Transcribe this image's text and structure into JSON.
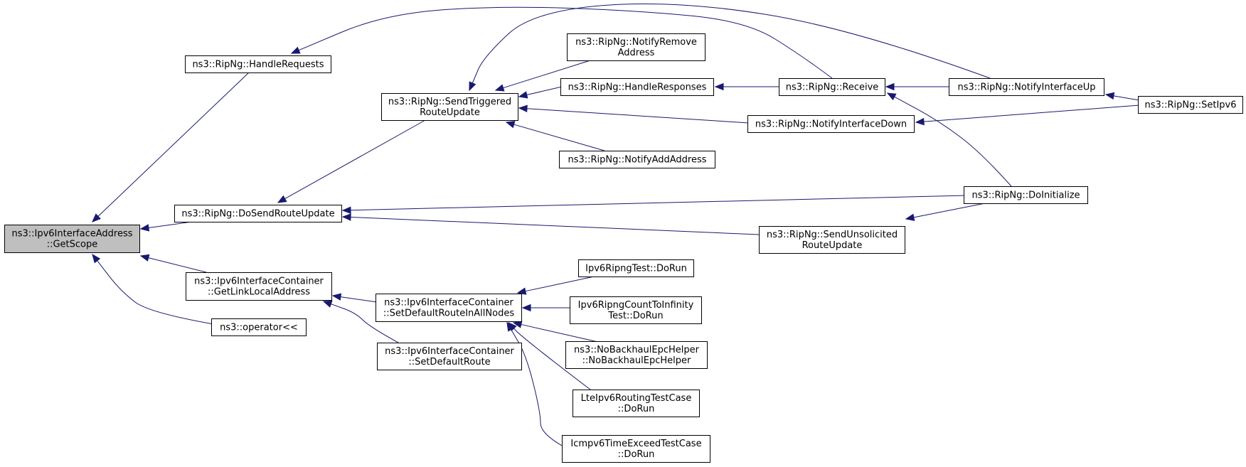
{
  "graph": {
    "nodes": [
      {
        "id": "getscope",
        "lines": [
          "ns3::Ipv6InterfaceAddress",
          "::GetScope"
        ],
        "highlight": true
      },
      {
        "id": "handlerequests",
        "lines": [
          "ns3::RipNg::HandleRequests"
        ]
      },
      {
        "id": "dosendrouteupdate",
        "lines": [
          "ns3::RipNg::DoSendRouteUpdate"
        ]
      },
      {
        "id": "getlinklocal",
        "lines": [
          "ns3::Ipv6InterfaceContainer",
          "::GetLinkLocalAddress"
        ]
      },
      {
        "id": "operator",
        "lines": [
          "ns3::operator<<"
        ]
      },
      {
        "id": "sendtriggered",
        "lines": [
          "ns3::RipNg::SendTriggered",
          "RouteUpdate"
        ]
      },
      {
        "id": "setdefaultall",
        "lines": [
          "ns3::Ipv6InterfaceContainer",
          "::SetDefaultRouteInAllNodes"
        ]
      },
      {
        "id": "setdefault",
        "lines": [
          "ns3::Ipv6InterfaceContainer",
          "::SetDefaultRoute"
        ]
      },
      {
        "id": "notifyremove",
        "lines": [
          "ns3::RipNg::NotifyRemove",
          "Address"
        ]
      },
      {
        "id": "handleresponses",
        "lines": [
          "ns3::RipNg::HandleResponses"
        ]
      },
      {
        "id": "notifyadd",
        "lines": [
          "ns3::RipNg::NotifyAddAddress"
        ]
      },
      {
        "id": "receive",
        "lines": [
          "ns3::RipNg::Receive"
        ]
      },
      {
        "id": "notifydown",
        "lines": [
          "ns3::RipNg::NotifyInterfaceDown"
        ]
      },
      {
        "id": "notifyup",
        "lines": [
          "ns3::RipNg::NotifyInterfaceUp"
        ]
      },
      {
        "id": "setipv6",
        "lines": [
          "ns3::RipNg::SetIpv6"
        ]
      },
      {
        "id": "doinitialize",
        "lines": [
          "ns3::RipNg::DoInitialize"
        ]
      },
      {
        "id": "sendunsolicited",
        "lines": [
          "ns3::RipNg::SendUnsolicited",
          "RouteUpdate"
        ]
      },
      {
        "id": "ripngtest",
        "lines": [
          "Ipv6RipngTest::DoRun"
        ]
      },
      {
        "id": "countinf",
        "lines": [
          "Ipv6RipngCountToInfinity",
          "Test::DoRun"
        ]
      },
      {
        "id": "nobackhaul",
        "lines": [
          "ns3::NoBackhaulEpcHelper",
          "::NoBackhaulEpcHelper"
        ]
      },
      {
        "id": "lteipv6",
        "lines": [
          "LteIpv6RoutingTestCase",
          "::DoRun"
        ]
      },
      {
        "id": "icmpv6",
        "lines": [
          "Icmpv6TimeExceedTestCase",
          "::DoRun"
        ]
      }
    ],
    "edges": [
      {
        "from": "handlerequests",
        "to": "getscope"
      },
      {
        "from": "dosendrouteupdate",
        "to": "getscope"
      },
      {
        "from": "getlinklocal",
        "to": "getscope"
      },
      {
        "from": "operator",
        "to": "getscope"
      },
      {
        "from": "receive",
        "to": "handlerequests"
      },
      {
        "from": "sendtriggered",
        "to": "dosendrouteupdate"
      },
      {
        "from": "doinitialize",
        "to": "dosendrouteupdate"
      },
      {
        "from": "sendunsolicited",
        "to": "dosendrouteupdate"
      },
      {
        "from": "setdefaultall",
        "to": "getlinklocal"
      },
      {
        "from": "setdefault",
        "to": "getlinklocal"
      },
      {
        "from": "notifyremove",
        "to": "sendtriggered"
      },
      {
        "from": "handleresponses",
        "to": "sendtriggered"
      },
      {
        "from": "notifyadd",
        "to": "sendtriggered"
      },
      {
        "from": "notifyup",
        "to": "sendtriggered"
      },
      {
        "from": "notifydown",
        "to": "sendtriggered"
      },
      {
        "from": "receive",
        "to": "handleresponses"
      },
      {
        "from": "notifyup",
        "to": "receive"
      },
      {
        "from": "doinitialize",
        "to": "receive"
      },
      {
        "from": "setipv6",
        "to": "notifyup"
      },
      {
        "from": "setipv6",
        "to": "notifydown"
      },
      {
        "from": "doinitialize",
        "to": "sendunsolicited"
      },
      {
        "from": "ripngtest",
        "to": "setdefaultall"
      },
      {
        "from": "countinf",
        "to": "setdefaultall"
      },
      {
        "from": "nobackhaul",
        "to": "setdefaultall"
      },
      {
        "from": "lteipv6",
        "to": "setdefaultall"
      },
      {
        "from": "icmpv6",
        "to": "setdefaultall"
      }
    ]
  }
}
